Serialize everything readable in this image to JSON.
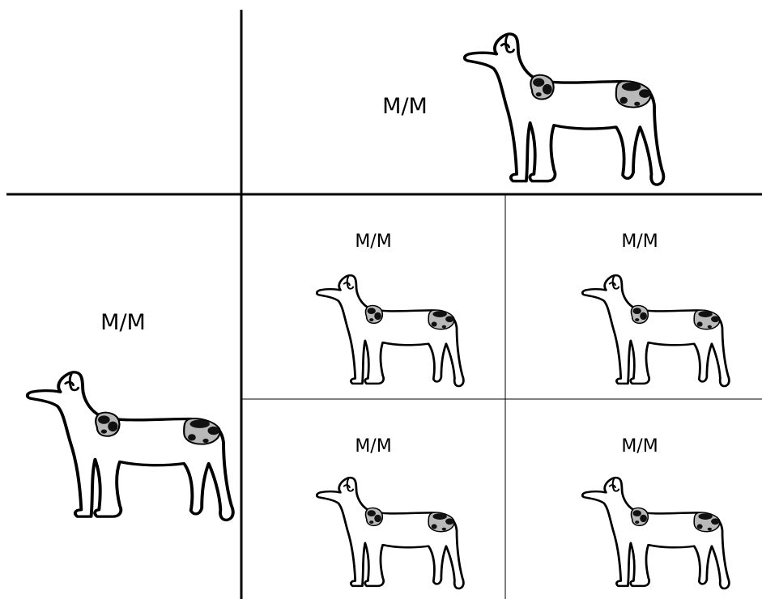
{
  "parents": {
    "top": {
      "genotype": "M/M"
    },
    "left": {
      "genotype": "M/M"
    }
  },
  "offspring": [
    {
      "genotype": "M/M"
    },
    {
      "genotype": "M/M"
    },
    {
      "genotype": "M/M"
    },
    {
      "genotype": "M/M"
    }
  ],
  "colors": {
    "line": "#000000",
    "merle_patch": "#b9b9b9",
    "spot": "#111111",
    "background": "#ffffff"
  },
  "icons": {
    "dog": "merle-dog-icon"
  }
}
